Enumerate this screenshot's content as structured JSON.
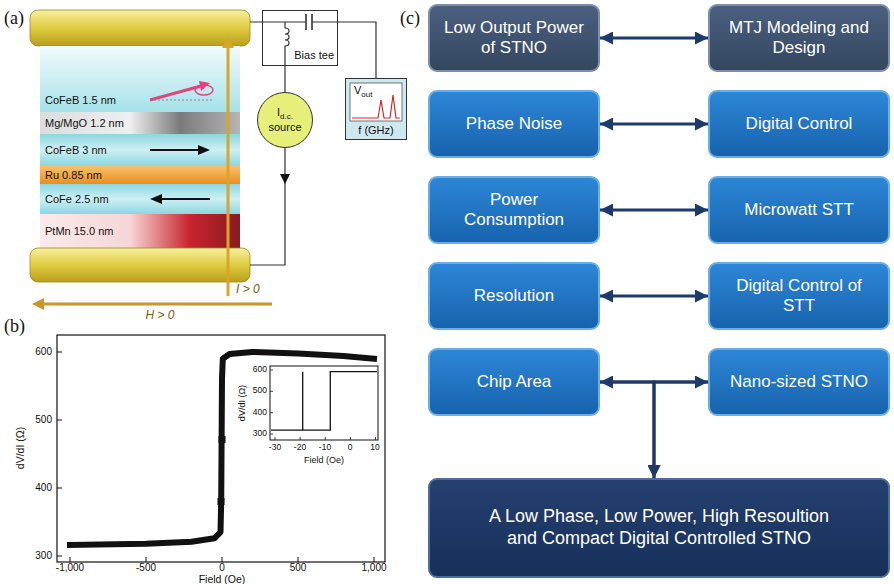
{
  "diagram": {
    "nodes": [
      {
        "text": [
          "Bias tee"
        ]
      },
      {
        "text": [
          "CoFeB 1.5 nm"
        ]
      },
      {
        "text": [
          "Mg/MgO 1.2 nm"
        ]
      },
      {
        "text": [
          "CoFeB 3 nm"
        ]
      },
      {
        "text": [
          "Ru 0.85 nm"
        ]
      },
      {
        "text": [
          "CoFe 2.5 nm"
        ]
      },
      {
        "text": [
          "PtMn 15.0 nm"
        ]
      },
      {
        "text": [
          "I",
          "d.c.",
          "source"
        ]
      },
      {
        "text": [
          "V",
          "out",
          "f (GHz)"
        ]
      },
      {
        "text": [
          "Low Output Power of STNO"
        ]
      },
      {
        "text": [
          "MTJ Modeling and Design"
        ]
      },
      {
        "text": [
          "Phase Noise"
        ]
      },
      {
        "text": [
          "Digital Control"
        ]
      },
      {
        "text": [
          "Power Consumption"
        ]
      },
      {
        "text": [
          "Microwatt STT"
        ]
      },
      {
        "text": [
          "Resolution"
        ]
      },
      {
        "text": [
          "Digital Control of STT"
        ]
      },
      {
        "text": [
          "Chip Area"
        ]
      },
      {
        "text": [
          "Nano-sized STNO"
        ]
      },
      {
        "text": [
          "A Low Phase, Low Power, High Resoultion and Compact Digital Controlled STNO"
        ]
      }
    ],
    "edges": [
      {
        "from": 0,
        "to": 7,
        "arrow": "none"
      },
      {
        "from": 0,
        "to": 8,
        "arrow": "none"
      },
      {
        "from": 9,
        "to": 10,
        "arrow": "both"
      },
      {
        "from": 11,
        "to": 12,
        "arrow": "both"
      },
      {
        "from": 13,
        "to": 14,
        "arrow": "both"
      },
      {
        "from": 15,
        "to": 16,
        "arrow": "both"
      },
      {
        "from": 17,
        "to": 18,
        "arrow": "both"
      },
      {
        "from": 17,
        "to": 19,
        "arrow": "to"
      },
      {
        "from": 18,
        "to": 19,
        "arrow": "to"
      }
    ],
    "labels": [
      "(a)",
      "I > 0",
      "H > 0",
      "(b)",
      "600",
      "500",
      "400",
      "300",
      "dV/dI (Ω)",
      "600",
      "500",
      "400",
      "300",
      "dV/dI (Ω)",
      "-30",
      "-20",
      "-10",
      "0",
      "10",
      "Field (Oe)",
      "-1,000",
      "-500",
      "0",
      "500",
      "1,000",
      "Field (Oe)",
      "(c)"
    ]
  }
}
